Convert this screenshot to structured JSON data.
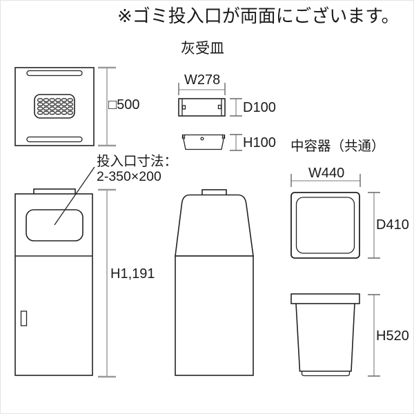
{
  "note": {
    "text": "※ゴミ投入口が両面にございます。"
  },
  "ashtray": {
    "title": "灰受皿",
    "width_label": "W278",
    "depth_label": "D100",
    "height_label": "H100"
  },
  "bin": {
    "top_size_label": "□500",
    "height_label": "H1,191",
    "inlet_note_line1": "投入口寸法：",
    "inlet_note_line2": "2-350×200"
  },
  "inner_container": {
    "title": "中容器（共通）",
    "width_label": "W440",
    "depth_label": "D410",
    "height_label": "H520"
  },
  "colors": {
    "background": "#ffffff",
    "line": "#222222",
    "dimension_line": "#7a7a7a",
    "text": "#1a1a1a"
  }
}
